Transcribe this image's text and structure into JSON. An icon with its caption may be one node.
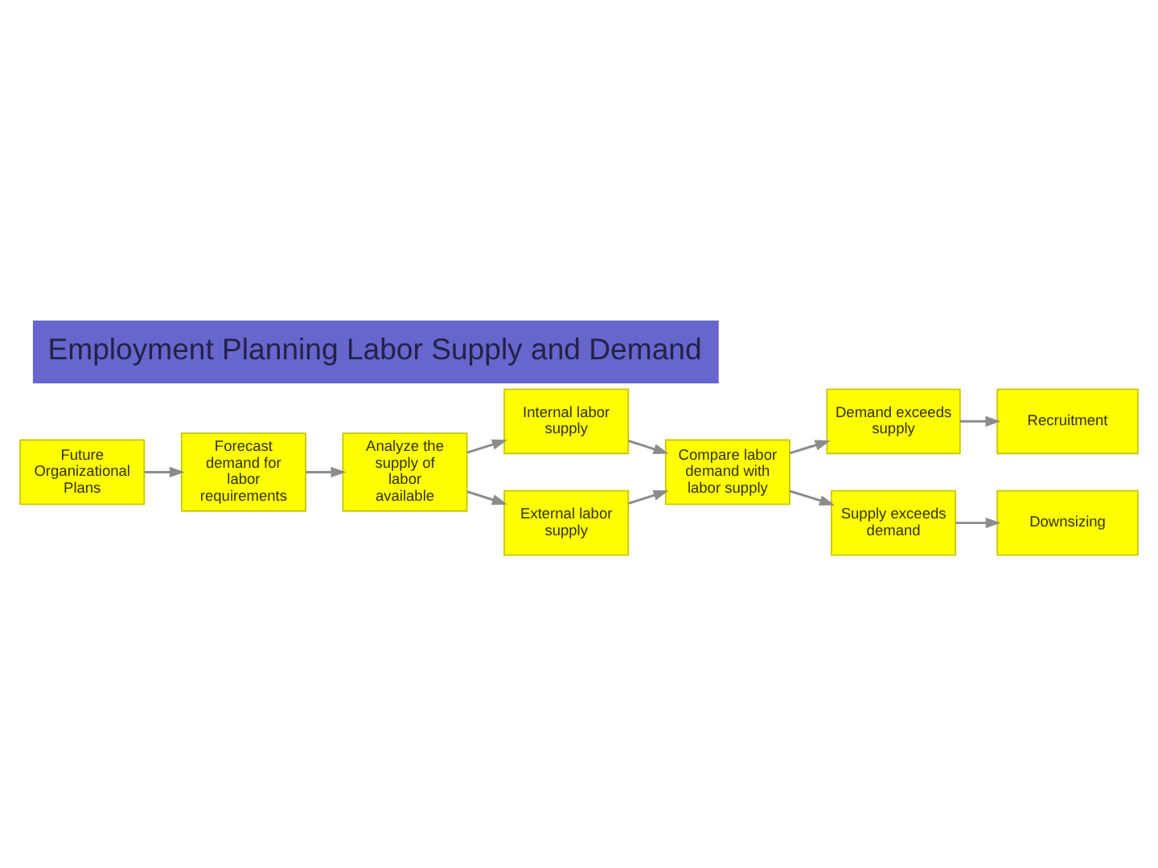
{
  "diagram": {
    "title": "Employment Planning Labor Supply and Demand",
    "nodes": [
      {
        "text": [
          "Future Organizational Plans"
        ]
      },
      {
        "text": [
          "Forecast demand for labor requirements"
        ]
      },
      {
        "text": [
          "Analyze the supply of labor available"
        ]
      },
      {
        "text": [
          "Internal labor supply"
        ]
      },
      {
        "text": [
          "Compare labor demand with labor supply"
        ]
      },
      {
        "text": [
          "External labor supply"
        ]
      },
      {
        "text": [
          "Demand exceeds supply"
        ]
      },
      {
        "text": [
          "Supply exceeds demand"
        ]
      },
      {
        "text": [
          "Recruitment"
        ]
      },
      {
        "text": [
          "Downsizing"
        ]
      }
    ],
    "edges": [
      {
        "from": 0,
        "to": 1,
        "arrow": "to"
      },
      {
        "from": 1,
        "to": 2,
        "arrow": "to"
      },
      {
        "from": 2,
        "to": 3,
        "arrow": "to"
      },
      {
        "from": 2,
        "to": 5,
        "arrow": "to"
      },
      {
        "from": 3,
        "to": 4,
        "arrow": "to"
      },
      {
        "from": 5,
        "to": 4,
        "arrow": "to"
      },
      {
        "from": 4,
        "to": 6,
        "arrow": "to"
      },
      {
        "from": 4,
        "to": 7,
        "arrow": "to"
      },
      {
        "from": 6,
        "to": 8,
        "arrow": "to"
      },
      {
        "from": 7,
        "to": 9,
        "arrow": "to"
      }
    ]
  }
}
